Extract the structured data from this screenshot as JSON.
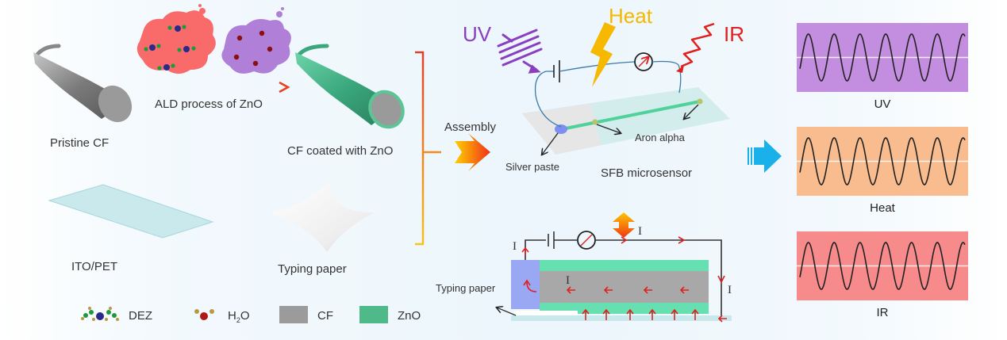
{
  "left": {
    "pristine_cf": "Pristine CF",
    "ald_process": "ALD process of ZnO",
    "cf_coated": "CF coated with ZnO",
    "ito_pet": "ITO/PET",
    "typing_paper": "Typing paper"
  },
  "legend": {
    "dez": "DEZ",
    "h2o_main": "H",
    "h2o_sub": "2",
    "h2o_end": "O",
    "cf": "CF",
    "zno": "ZnO",
    "cf_color": "#9b9b9b",
    "zno_color": "#4fb98a"
  },
  "assembly": {
    "label": "Assembly"
  },
  "sensor": {
    "uv": "UV",
    "heat": "Heat",
    "ir": "IR",
    "silver_paste": "Silver paste",
    "aron_alpha": "Aron alpha",
    "title": "SFB microsensor"
  },
  "circuit": {
    "current_symbol": "I",
    "typing_paper": "Typing paper"
  },
  "outputs": [
    {
      "label": "UV",
      "color": "#c48ee0"
    },
    {
      "label": "Heat",
      "color": "#f8bc8e"
    },
    {
      "label": "IR",
      "color": "#f78b8b"
    }
  ],
  "colors": {
    "uv": "#8a3fc0",
    "heat": "#f5b800",
    "ir": "#e0201c",
    "arrow_blue": "#1ab0ea"
  }
}
